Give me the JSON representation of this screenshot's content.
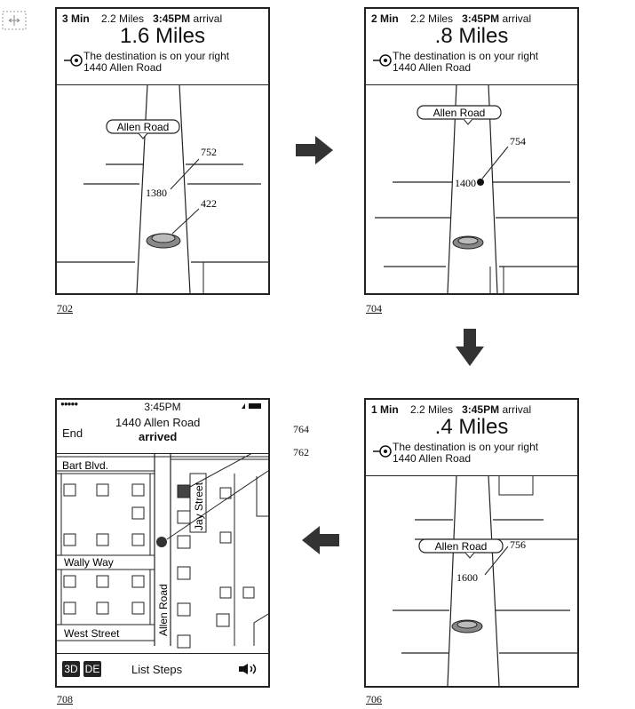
{
  "panels": [
    {
      "id": "702",
      "eta": "3 Min",
      "remaining": "2.2 Miles",
      "arrival_time": "3:45PM",
      "arrival_label": "arrival",
      "distance": "1.6 Miles",
      "instruction": "The destination is on your right",
      "address": "1440 Allen Road",
      "road": "Allen Road",
      "house_number": "1380",
      "ref_marker": "752",
      "ref_puck": "422"
    },
    {
      "id": "704",
      "eta": "2 Min",
      "remaining": "2.2 Miles",
      "arrival_time": "3:45PM",
      "arrival_label": "arrival",
      "distance": ".8 Miles",
      "instruction": "The destination is on your right",
      "address": "1440 Allen Road",
      "road": "Allen Road",
      "house_number": "1400",
      "ref_marker": "754"
    },
    {
      "id": "706",
      "eta": "1 Min",
      "remaining": "2.2 Miles",
      "arrival_time": "3:45PM",
      "arrival_label": "arrival",
      "distance": ".4 Miles",
      "instruction": "The destination is on your right",
      "address": "1440 Allen Road",
      "road": "Allen Road",
      "house_number": "1600",
      "ref_marker": "756"
    }
  ],
  "arrived_screen": {
    "id": "708",
    "signal": "●●●●●",
    "time": "3:45PM",
    "end_label": "End",
    "address": "1440 Allen Road",
    "status": "arrived",
    "streets": [
      "Bart Blvd.",
      "Wally Way",
      "West Street",
      "Allen Road",
      "Jay Street"
    ],
    "ref_dest": "764",
    "ref_loc": "762",
    "btn_3d": "3D",
    "btn_de": "DE",
    "list_steps": "List Steps"
  },
  "arrows": {
    "right": "right-arrow",
    "down": "down-arrow",
    "left": "left-arrow"
  }
}
